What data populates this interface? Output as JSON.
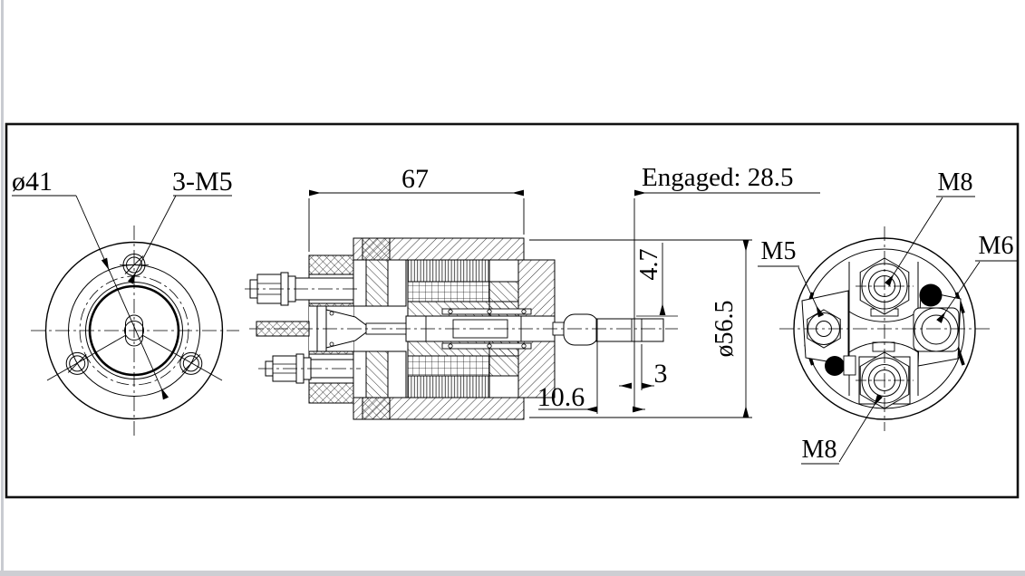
{
  "drawing": {
    "title_hint": "solenoid switch engineering drawing, three views",
    "left_view": {
      "diameter_label": "ø41",
      "holes_label": "3-M5"
    },
    "section": {
      "length_label": "67",
      "engaged_label": "Engaged: 28.5",
      "depth_label": "4.7",
      "diameter_label": "ø56.5",
      "tip_label": "3",
      "travel_label": "10.6"
    },
    "right_view": {
      "terminal_top": "M8",
      "terminal_left": "M5",
      "terminal_right": "M6",
      "terminal_bottom": "M8"
    },
    "colors": {
      "line": "#000000",
      "background": "#ffffff",
      "frame": "#111111",
      "edge_strip": "#cdced3"
    }
  }
}
